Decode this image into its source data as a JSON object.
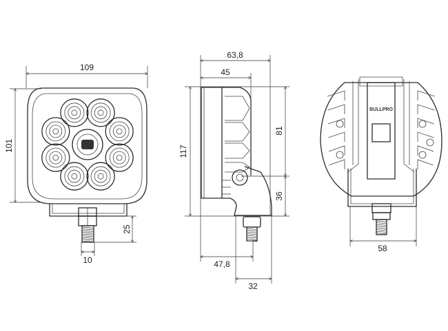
{
  "front_view": {
    "width_label": "109",
    "height_label": "101",
    "bolt_length_label": "25",
    "bolt_diameter_label": "10"
  },
  "side_view": {
    "total_depth_label": "63,8",
    "housing_depth_label": "45",
    "total_height_label": "117",
    "upper_height_label": "81",
    "lower_height_label": "36",
    "bolt_offset_label": "47,8",
    "bracket_width_label": "32"
  },
  "rear_view": {
    "brand_logo": "BULLPRO",
    "bracket_width_label": "58"
  }
}
